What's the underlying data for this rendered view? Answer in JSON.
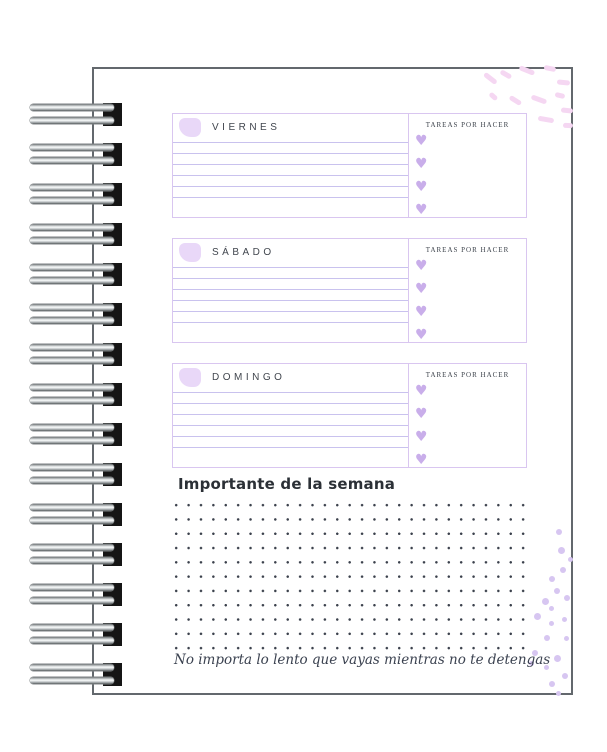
{
  "page": {
    "important_title": "Importante de la semana",
    "quote": "No importa lo lento que vayas mientras no te detengas"
  },
  "sections": [
    {
      "label": "VIERNES",
      "tasks_header": "TAREAS POR HACER",
      "hearts": 4,
      "writing_lines": 6
    },
    {
      "label": "SÁBADO",
      "tasks_header": "TAREAS POR HACER",
      "hearts": 4,
      "writing_lines": 6
    },
    {
      "label": "DOMINGO",
      "tasks_header": "TAREAS POR HACER",
      "hearts": 4,
      "writing_lines": 6
    }
  ],
  "icons": {
    "heart": "♥"
  },
  "colors": {
    "heart_accent": "#c9aeea",
    "day_checkbox_fill": "#e9d8f8",
    "box_border": "#d9c6f0",
    "ruled_line": "#c9c2ee",
    "corner_brush_stroke": "#f5d7f2",
    "confetti_dot": "#d7c6f1",
    "dot_grid": "#3b414c",
    "text_dark": "#3a4049"
  }
}
